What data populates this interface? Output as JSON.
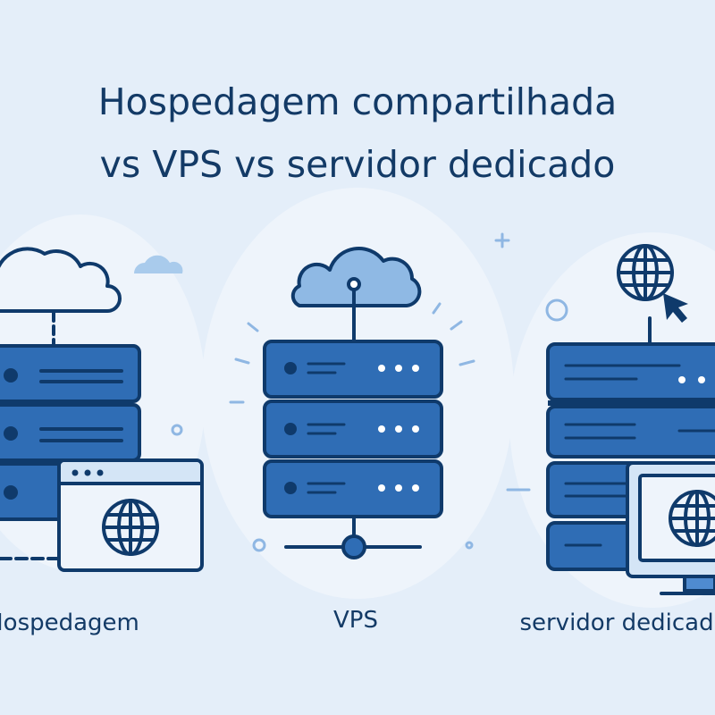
{
  "title": {
    "line1": "Hospedagem compartilhada",
    "line2": "vs VPS vs servidor dedicado"
  },
  "panels": [
    {
      "label": "Hospedagem",
      "icons": [
        "cloud-icon",
        "server-rack-icon",
        "browser-window-icon",
        "globe-icon"
      ]
    },
    {
      "label": "VPS",
      "icons": [
        "cloud-icon",
        "server-rack-icon",
        "network-node-icon"
      ]
    },
    {
      "label": "servidor dedicado",
      "icons": [
        "globe-icon",
        "cursor-icon",
        "server-rack-icon",
        "monitor-icon"
      ]
    }
  ],
  "colors": {
    "background": "#e4eef9",
    "server_blue": "#2f6db5",
    "outline": "#0f3a6b",
    "text": "#133a66",
    "accent_light": "#8fb7e3"
  }
}
